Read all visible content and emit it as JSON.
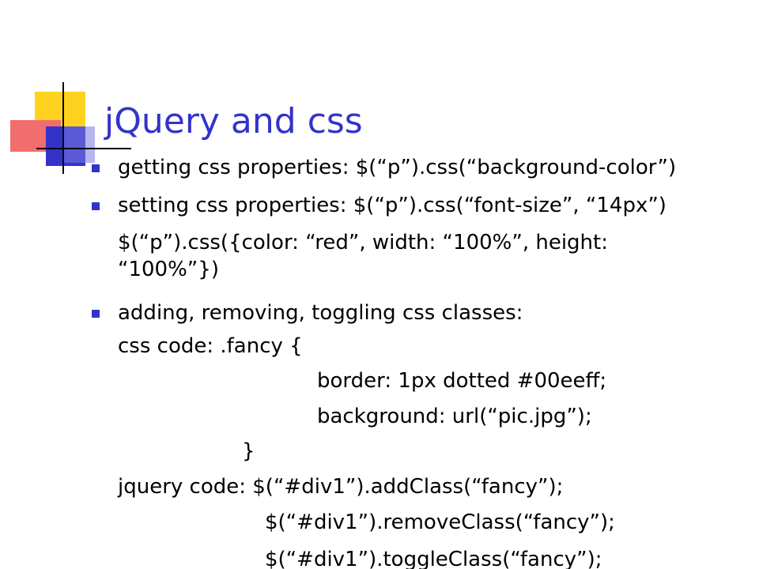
{
  "colors": {
    "title": "#3333cc",
    "bullet": "#3333cc",
    "text": "#000000",
    "deco_yellow": "#ffd21f",
    "deco_red": "#f26d6d",
    "deco_blue": "#3333cc"
  },
  "slide": {
    "title": "jQuery and css",
    "lines": [
      "getting css properties: $(“p”).css(“background-color”)",
      "setting css properties: $(“p”).css(“font-size”, “14px”)",
      "$(“p”).css({color: “red”, width: “100%”, height:",
      "“100%”})",
      "adding, removing, toggling css classes:",
      "css code: .fancy {",
      "border: 1px dotted #00eeff;",
      "background: url(“pic.jpg”);",
      "}",
      "jquery code: $(“#div1”).addClass(“fancy”);",
      "$(“#div1”).removeClass(“fancy”);",
      "$(“#div1”).toggleClass(“fancy”);"
    ]
  }
}
